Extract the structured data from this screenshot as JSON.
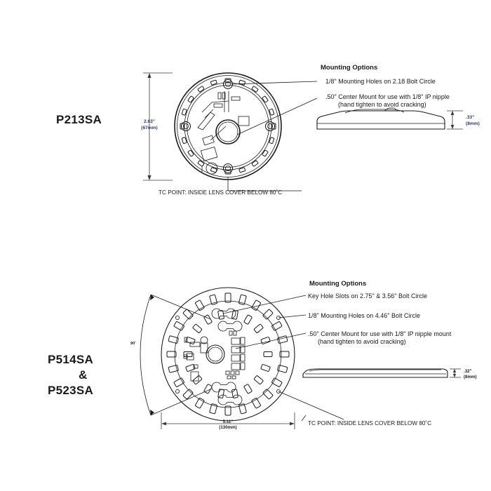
{
  "page": {
    "background": "#ffffff",
    "line_color": "#1a1a1a",
    "dim_text_color": "#2b3a6b"
  },
  "modules": [
    {
      "id": "p213sa",
      "label": "P213SA",
      "diameter_dim": "2.63\"",
      "diameter_dim_mm": "(67mm)",
      "thickness_dim": ".33\"",
      "thickness_dim_mm": "(8mm)",
      "tc_note": "TC POINT: INSIDE LENS COVER BELOW 80˚C",
      "mounting_header": "Mounting Options",
      "callouts": [
        {
          "line1": "1/8\" Mounting Holes on 2.18 Bolt Circle",
          "line2": ""
        },
        {
          "line1": ".50\" Center Mount for use with  1/8\" IP nipple",
          "line2": "(hand tighten to avoid cracking)"
        }
      ]
    },
    {
      "id": "p514sa-p523sa",
      "label_line1": "P514SA",
      "label_line2": "&",
      "label_line3": "P523SA",
      "diameter_dim": "5.11\"",
      "diameter_dim_mm": "(130mm)",
      "thickness_dim": ".32\"",
      "thickness_dim_mm": "(8mm)",
      "angle_dim": "90˚",
      "tc_note": "TC POINT: INSIDE LENS COVER BELOW 80˚C",
      "mounting_header": "Mounting Options",
      "callouts": [
        {
          "line1": "Key Hole Slots on 2.75\" & 3.56\" Bolt Circle",
          "line2": ""
        },
        {
          "line1": "1/8\" Mounting Holes on 4.46\" Bolt Circle",
          "line2": ""
        },
        {
          "line1": ".50\" Center Mount for use with 1/8\" IP nipple mount",
          "line2": "(hand tighten to avoid cracking)"
        }
      ]
    }
  ]
}
